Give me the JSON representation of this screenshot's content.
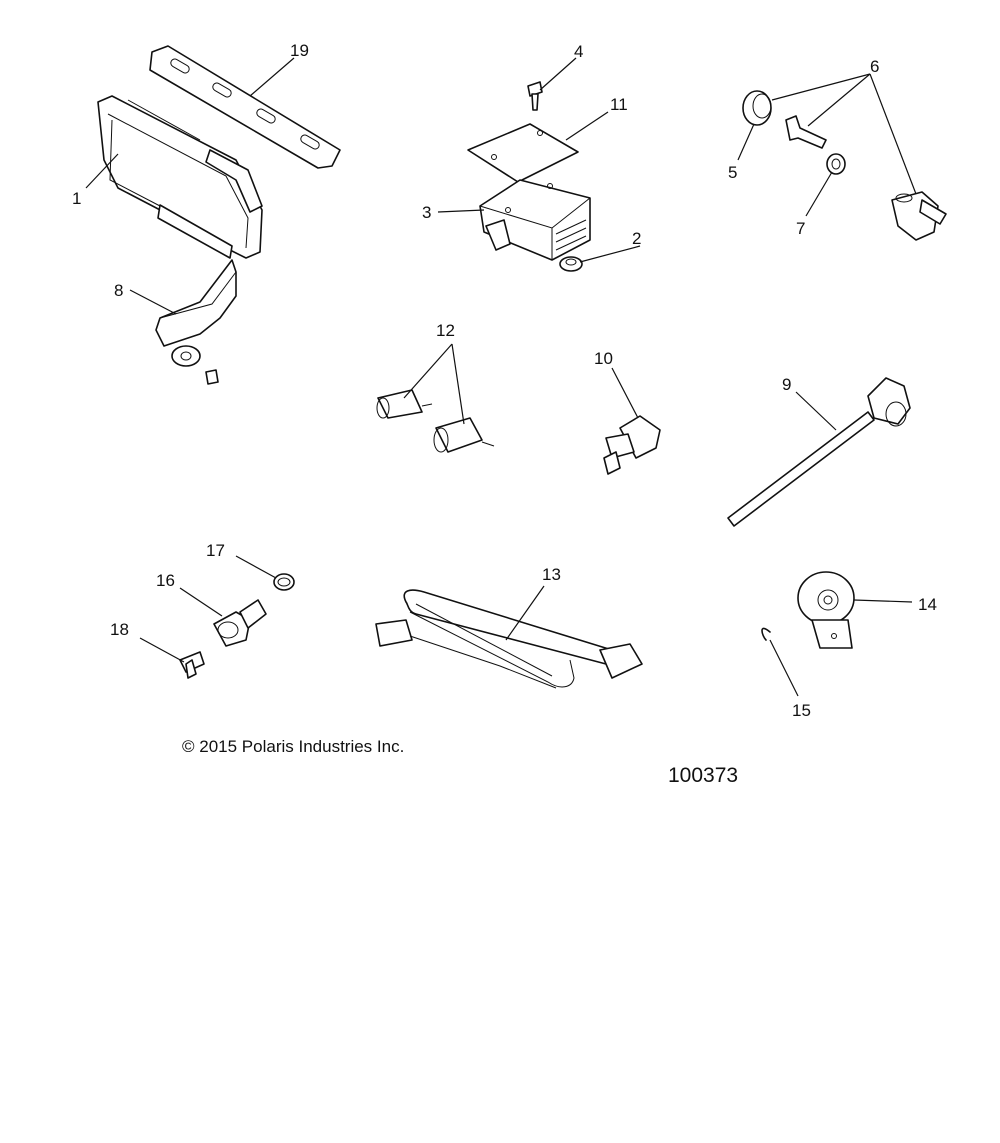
{
  "callouts": {
    "c1": "1",
    "c2": "2",
    "c3": "3",
    "c4": "4",
    "c5": "5",
    "c6": "6",
    "c7": "7",
    "c8": "8",
    "c9": "9",
    "c10": "10",
    "c11": "11",
    "c12": "12",
    "c13": "13",
    "c14": "14",
    "c15": "15",
    "c16": "16",
    "c17": "17",
    "c18": "18",
    "c19": "19"
  },
  "footer": {
    "copyright": "© 2015 Polaris Industries Inc.",
    "diagram_number": "100373"
  },
  "colors": {
    "line": "#111111",
    "background": "#ffffff"
  }
}
